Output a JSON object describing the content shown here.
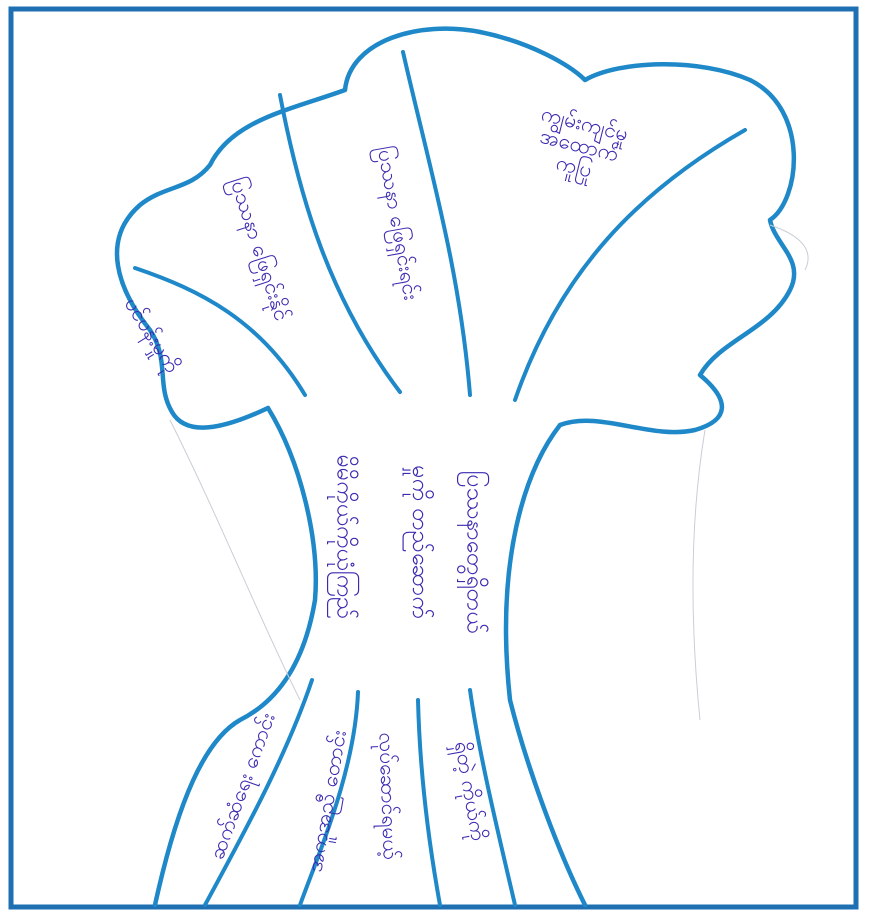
{
  "colors": {
    "outline": "#1e88c8",
    "frame": "#1f6fb3",
    "ink": "#3a2ab0",
    "paper": "#ffffff"
  },
  "crown": {
    "branch_1": "ပင်ပန်းမှုကို",
    "branch_2": "ပြဿနာ ဖြေရှင်းနိုင်",
    "branch_3": "ပြဿနာ ဖြေရှင်းရင်း",
    "branch_4": {
      "line_1": "ကျွမ်းကျင်မှု",
      "line_2": "အထောက်",
      "line_3": "ကူပြု"
    }
  },
  "trunk": {
    "line_1": "မိမိကိုယ်ကိုယုံကြည်",
    "line_2": "မှုကို တည်ဆောက်",
    "line_3": "ပြဿနာတွေရှိတယ်"
  },
  "roots": {
    "root_1": "ဆက်ဆံရေး ကောင်း",
    "root_2": "အကူအညီ တောင်း",
    "root_3": "လုပ်ဆောင်ရမယ့်",
    "root_4": "ရှိတဲ့ ကိုယ်ကို"
  }
}
